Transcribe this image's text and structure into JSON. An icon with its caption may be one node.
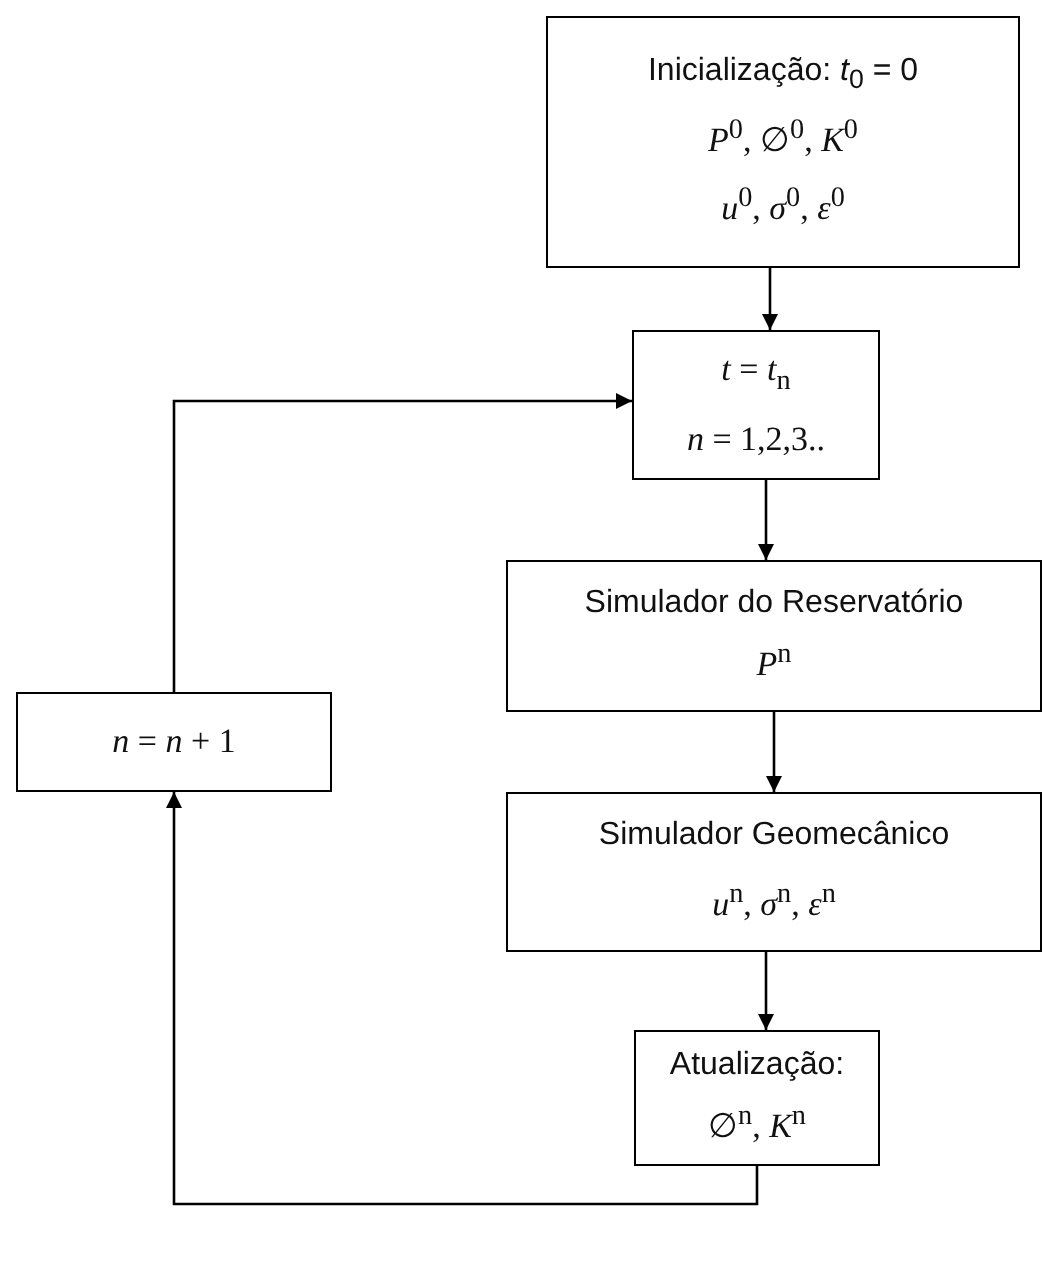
{
  "diagram": {
    "nodes": [
      {
        "text": [
          "Inicialização: *t*$_{0}$ = 0",
          "*P*$^{0}$, ∅$^{0}$, *K*$^{0}$",
          "*u*$^{0}$, *σ*$^{0}$, *ε*$^{0}$"
        ]
      },
      {
        "text": [
          "*t* = *t*$_{n}$",
          "*n* = 1,2,3.."
        ]
      },
      {
        "text": [
          "Simulador do Reservatório",
          "*P*$^{n}$"
        ]
      },
      {
        "text": [
          "Simulador Geomecânico",
          "*u*$^{n}$, *σ*$^{n}$, *ε*$^{n}$"
        ]
      },
      {
        "text": [
          "Atualização:",
          "∅$^{n}$, *K*$^{n}$"
        ]
      },
      {
        "text": [
          "*n* = *n* + 1"
        ]
      }
    ],
    "edges": [
      {
        "from": 0,
        "to": 1,
        "arrow": "to"
      },
      {
        "from": 1,
        "to": 2,
        "arrow": "to"
      },
      {
        "from": 2,
        "to": 3,
        "arrow": "to"
      },
      {
        "from": 3,
        "to": 4,
        "arrow": "to"
      },
      {
        "from": 4,
        "to": 5,
        "arrow": "to"
      },
      {
        "from": 5,
        "to": 1,
        "arrow": "to"
      }
    ]
  }
}
